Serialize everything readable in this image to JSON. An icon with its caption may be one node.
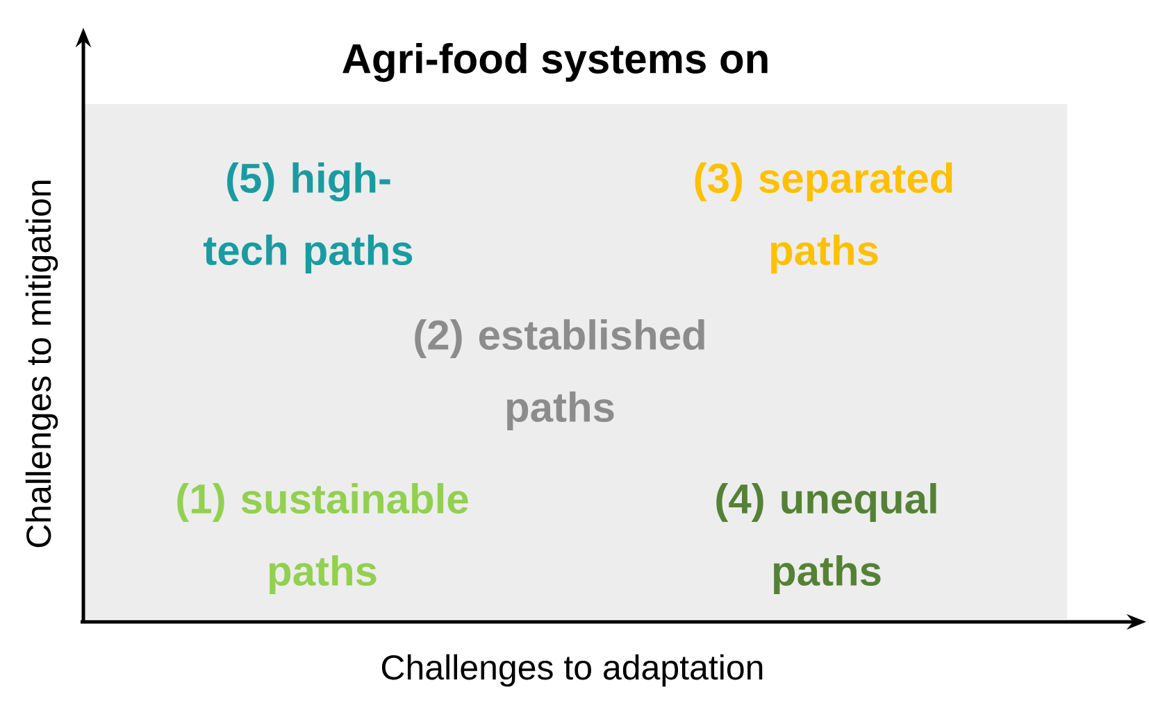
{
  "diagram": {
    "title": "Agri-food systems on",
    "labels": [
      "(5) high-tech paths",
      "(3) separated paths",
      "(2) established paths",
      "(1) sustainable paths",
      "(4) unequal paths",
      "Challenges to mitigation",
      "Challenges to adaptation"
    ]
  }
}
